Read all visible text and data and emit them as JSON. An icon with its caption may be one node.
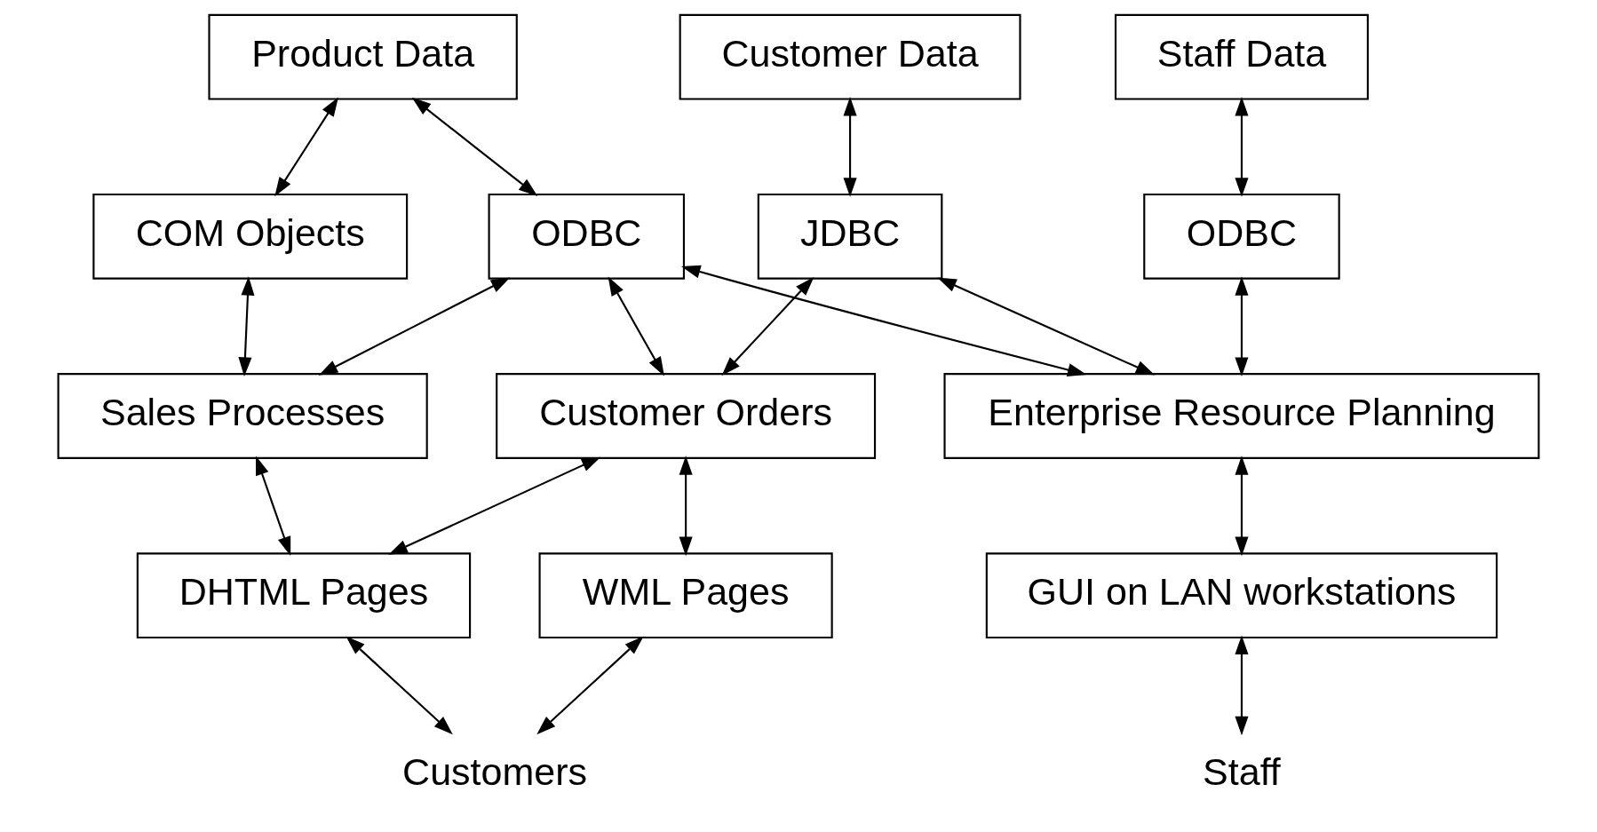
{
  "diagram": {
    "nodes": [
      {
        "text": [
          "Product Data"
        ]
      },
      {
        "text": [
          "Customer Data"
        ]
      },
      {
        "text": [
          "Staff Data"
        ]
      },
      {
        "text": [
          "COM Objects"
        ]
      },
      {
        "text": [
          "ODBC"
        ]
      },
      {
        "text": [
          "JDBC"
        ]
      },
      {
        "text": [
          "ODBC"
        ]
      },
      {
        "text": [
          "Sales Processes"
        ]
      },
      {
        "text": [
          "Customer Orders"
        ]
      },
      {
        "text": [
          "Enterprise Resource Planning"
        ]
      },
      {
        "text": [
          "DHTML Pages"
        ]
      },
      {
        "text": [
          "WML Pages"
        ]
      },
      {
        "text": [
          "GUI on LAN workstations"
        ]
      },
      {
        "text": [
          "Customers"
        ]
      },
      {
        "text": [
          "Staff"
        ]
      }
    ],
    "edges": [
      {
        "from": 0,
        "to": 3,
        "arrow": "both"
      },
      {
        "from": 0,
        "to": 4,
        "arrow": "both"
      },
      {
        "from": 1,
        "to": 5,
        "arrow": "both"
      },
      {
        "from": 2,
        "to": 6,
        "arrow": "both"
      },
      {
        "from": 3,
        "to": 7,
        "arrow": "both"
      },
      {
        "from": 4,
        "to": 7,
        "arrow": "both"
      },
      {
        "from": 4,
        "to": 8,
        "arrow": "both"
      },
      {
        "from": 4,
        "to": 9,
        "arrow": "both"
      },
      {
        "from": 5,
        "to": 8,
        "arrow": "both"
      },
      {
        "from": 5,
        "to": 9,
        "arrow": "both"
      },
      {
        "from": 6,
        "to": 9,
        "arrow": "both"
      },
      {
        "from": 7,
        "to": 10,
        "arrow": "both"
      },
      {
        "from": 8,
        "to": 10,
        "arrow": "both"
      },
      {
        "from": 8,
        "to": 11,
        "arrow": "both"
      },
      {
        "from": 9,
        "to": 12,
        "arrow": "both"
      },
      {
        "from": 10,
        "to": 13,
        "arrow": "both"
      },
      {
        "from": 11,
        "to": 13,
        "arrow": "both"
      },
      {
        "from": 12,
        "to": 14,
        "arrow": "both"
      }
    ]
  }
}
